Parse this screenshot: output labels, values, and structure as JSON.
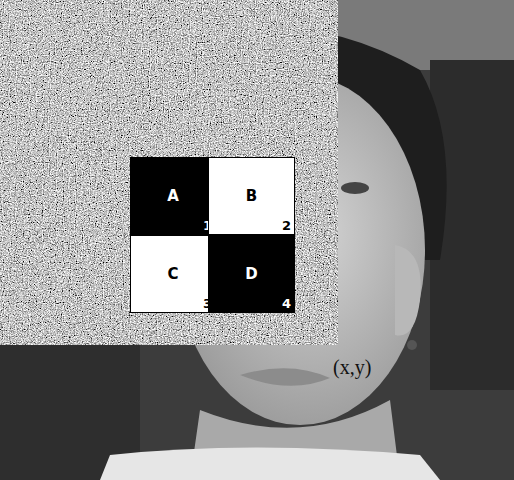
{
  "diagram": {
    "nodes": [
      {
        "text": [
          "A",
          "1"
        ]
      },
      {
        "text": [
          "B",
          "2"
        ]
      },
      {
        "text": [
          "C",
          "3"
        ]
      },
      {
        "text": [
          "D",
          "4"
        ]
      }
    ],
    "labels": [
      "(x,y)"
    ]
  }
}
